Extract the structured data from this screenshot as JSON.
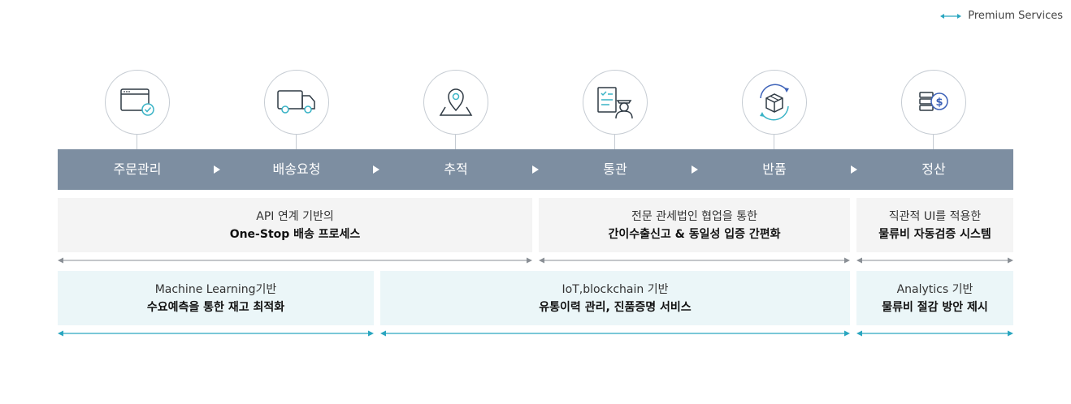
{
  "legend": {
    "label": "Premium Services",
    "color": "#2aa6c0"
  },
  "colors": {
    "bar": "#7d8ea1",
    "icon_stroke": "#2f3a44",
    "icon_accent": "#39b3c6",
    "gray_box": "#f4f4f4",
    "blue_box": "#ebf6f8",
    "gray_arrow": "#8a8f95",
    "blue_arrow": "#2aa6c0"
  },
  "steps": [
    {
      "label": "주문관리",
      "icon": "browser-check-icon"
    },
    {
      "label": "배송요청",
      "icon": "truck-icon"
    },
    {
      "label": "추적",
      "icon": "map-pin-icon"
    },
    {
      "label": "통관",
      "icon": "customs-officer-icon"
    },
    {
      "label": "반품",
      "icon": "return-box-icon"
    },
    {
      "label": "정산",
      "icon": "coins-dollar-icon"
    }
  ],
  "standard_services": [
    {
      "line1": "API 연계 기반의",
      "line2": "One-Stop 배송 프로세스"
    },
    {
      "line1": "전문 관세법인 협업을 통한",
      "line2": "간이수출신고 & 동일성 입증 간편화"
    },
    {
      "line1": "직관적 UI를 적용한",
      "line2": "물류비 자동검증 시스템"
    }
  ],
  "premium_services": [
    {
      "line1": "Machine Learning기반",
      "line2": "수요예측을 통한 재고 최적화"
    },
    {
      "line1": "IoT,blockchain 기반",
      "line2": "유통이력 관리, 진품증명 서비스"
    },
    {
      "line1": "Analytics 기반",
      "line2": "물류비 절감 방안 제시"
    }
  ]
}
